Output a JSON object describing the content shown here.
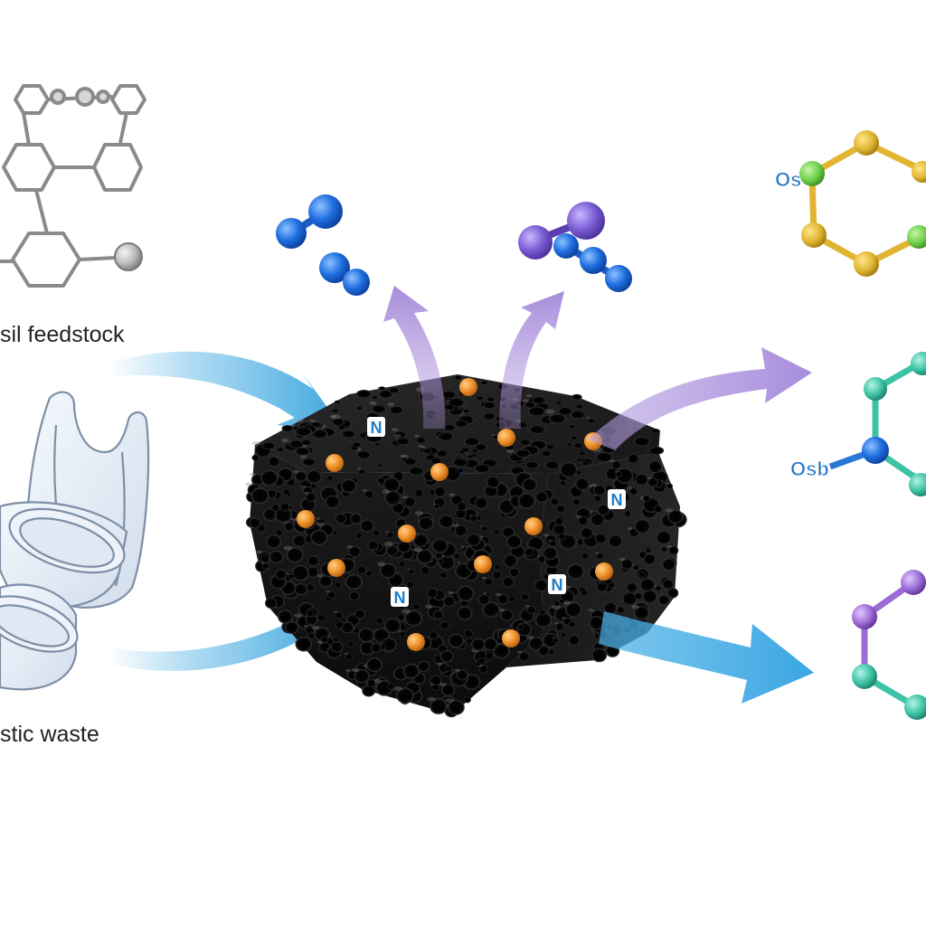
{
  "labels": {
    "fossil_feedstock": "sil feedstock",
    "plastic_waste": "stic waste"
  },
  "catalyst": {
    "dopant_symbol": "N"
  },
  "products": {
    "oxygen_label_top": "Os",
    "oxygen_label_middle": "Osb"
  },
  "colors": {
    "input_arrow": "#4fb0e3",
    "output_arrow_purple": "#b39de0",
    "output_arrow_blue": "#49b0e6",
    "catalyst_body": "#141414",
    "nanoparticle": "#f0922a",
    "nitrogen_badge": "#1e7fc9",
    "gas_blue": "#1f6fe0",
    "gas_purple": "#7b5fd4",
    "ring_yellow": "#e1b531",
    "ring_teal": "#3cc3a6",
    "ring_purple": "#9c6cd6",
    "node_green": "#6fcf4a",
    "node_blue": "#2a78d6"
  }
}
